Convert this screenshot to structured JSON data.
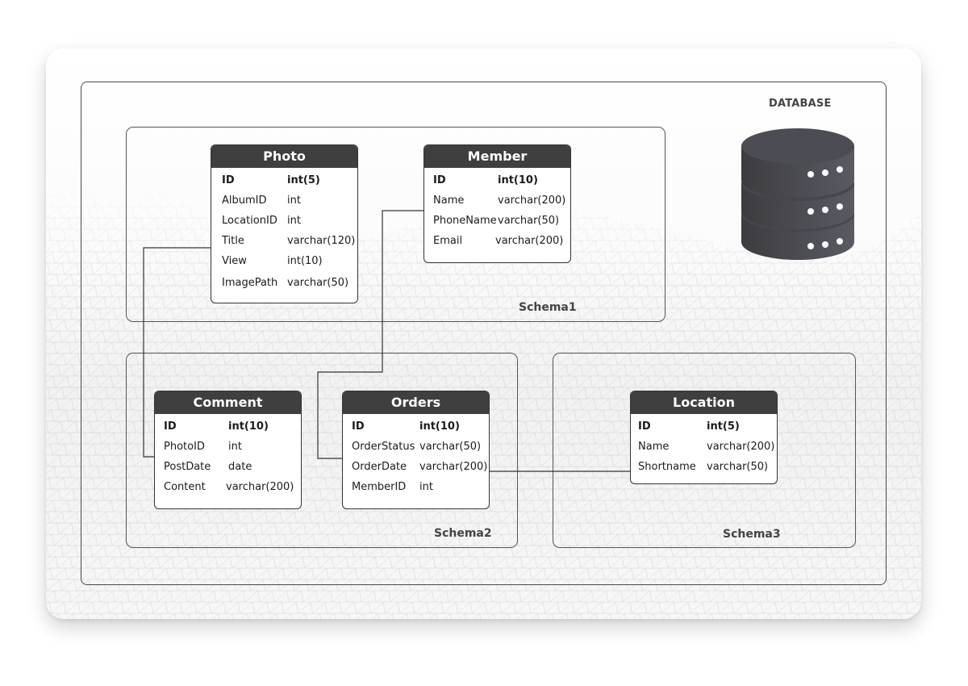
{
  "diagram": {
    "database_label": "DATABASE",
    "schemas": [
      {
        "name": "Schema1"
      },
      {
        "name": "Schema2"
      },
      {
        "name": "Schema3"
      }
    ],
    "tables": {
      "photo": {
        "title": "Photo",
        "schema": "Schema1",
        "fields": [
          {
            "name": "ID",
            "type": "int(5)",
            "primary": true
          },
          {
            "name": "AlbumID",
            "type": "int"
          },
          {
            "name": "LocationID",
            "type": "int"
          },
          {
            "name": "Title",
            "type": "varchar(120)"
          },
          {
            "name": "View",
            "type": "int(10)"
          },
          {
            "name": "ImagePath",
            "type": "varchar(50)"
          }
        ]
      },
      "member": {
        "title": "Member",
        "schema": "Schema1",
        "fields": [
          {
            "name": "ID",
            "type": "int(10)",
            "primary": true
          },
          {
            "name": "Name",
            "type": "varchar(200)"
          },
          {
            "name": "PhoneName",
            "type": "varchar(50)"
          },
          {
            "name": "Email",
            "type": "varchar(200)"
          }
        ]
      },
      "comment": {
        "title": "Comment",
        "schema": "Schema2",
        "fields": [
          {
            "name": "ID",
            "type": "int(10)",
            "primary": true
          },
          {
            "name": "PhotoID",
            "type": "int"
          },
          {
            "name": "PostDate",
            "type": "date"
          },
          {
            "name": "Content",
            "type": "varchar(200)"
          }
        ]
      },
      "orders": {
        "title": "Orders",
        "schema": "Schema2",
        "fields": [
          {
            "name": "ID",
            "type": "int(10)",
            "primary": true
          },
          {
            "name": "OrderStatus",
            "type": "varchar(50)"
          },
          {
            "name": "OrderDate",
            "type": "varchar(200)"
          },
          {
            "name": "MemberID",
            "type": "int"
          }
        ]
      },
      "location": {
        "title": "Location",
        "schema": "Schema3",
        "fields": [
          {
            "name": "ID",
            "type": "int(5)",
            "primary": true
          },
          {
            "name": "Name",
            "type": "varchar(200)"
          },
          {
            "name": "Shortname",
            "type": "varchar(50)"
          }
        ]
      }
    },
    "relationships": [
      {
        "from": "Photo.Title",
        "to": "Comment.PhotoID"
      },
      {
        "from": "Member.Name",
        "to": "Orders.OrderStatus"
      },
      {
        "from": "Orders.OrderDate",
        "to": "Location.Shortname"
      }
    ],
    "colors": {
      "table_header": "#3f3f3f",
      "border": "#4a4a4a",
      "database_icon": "#4a4a52"
    }
  }
}
